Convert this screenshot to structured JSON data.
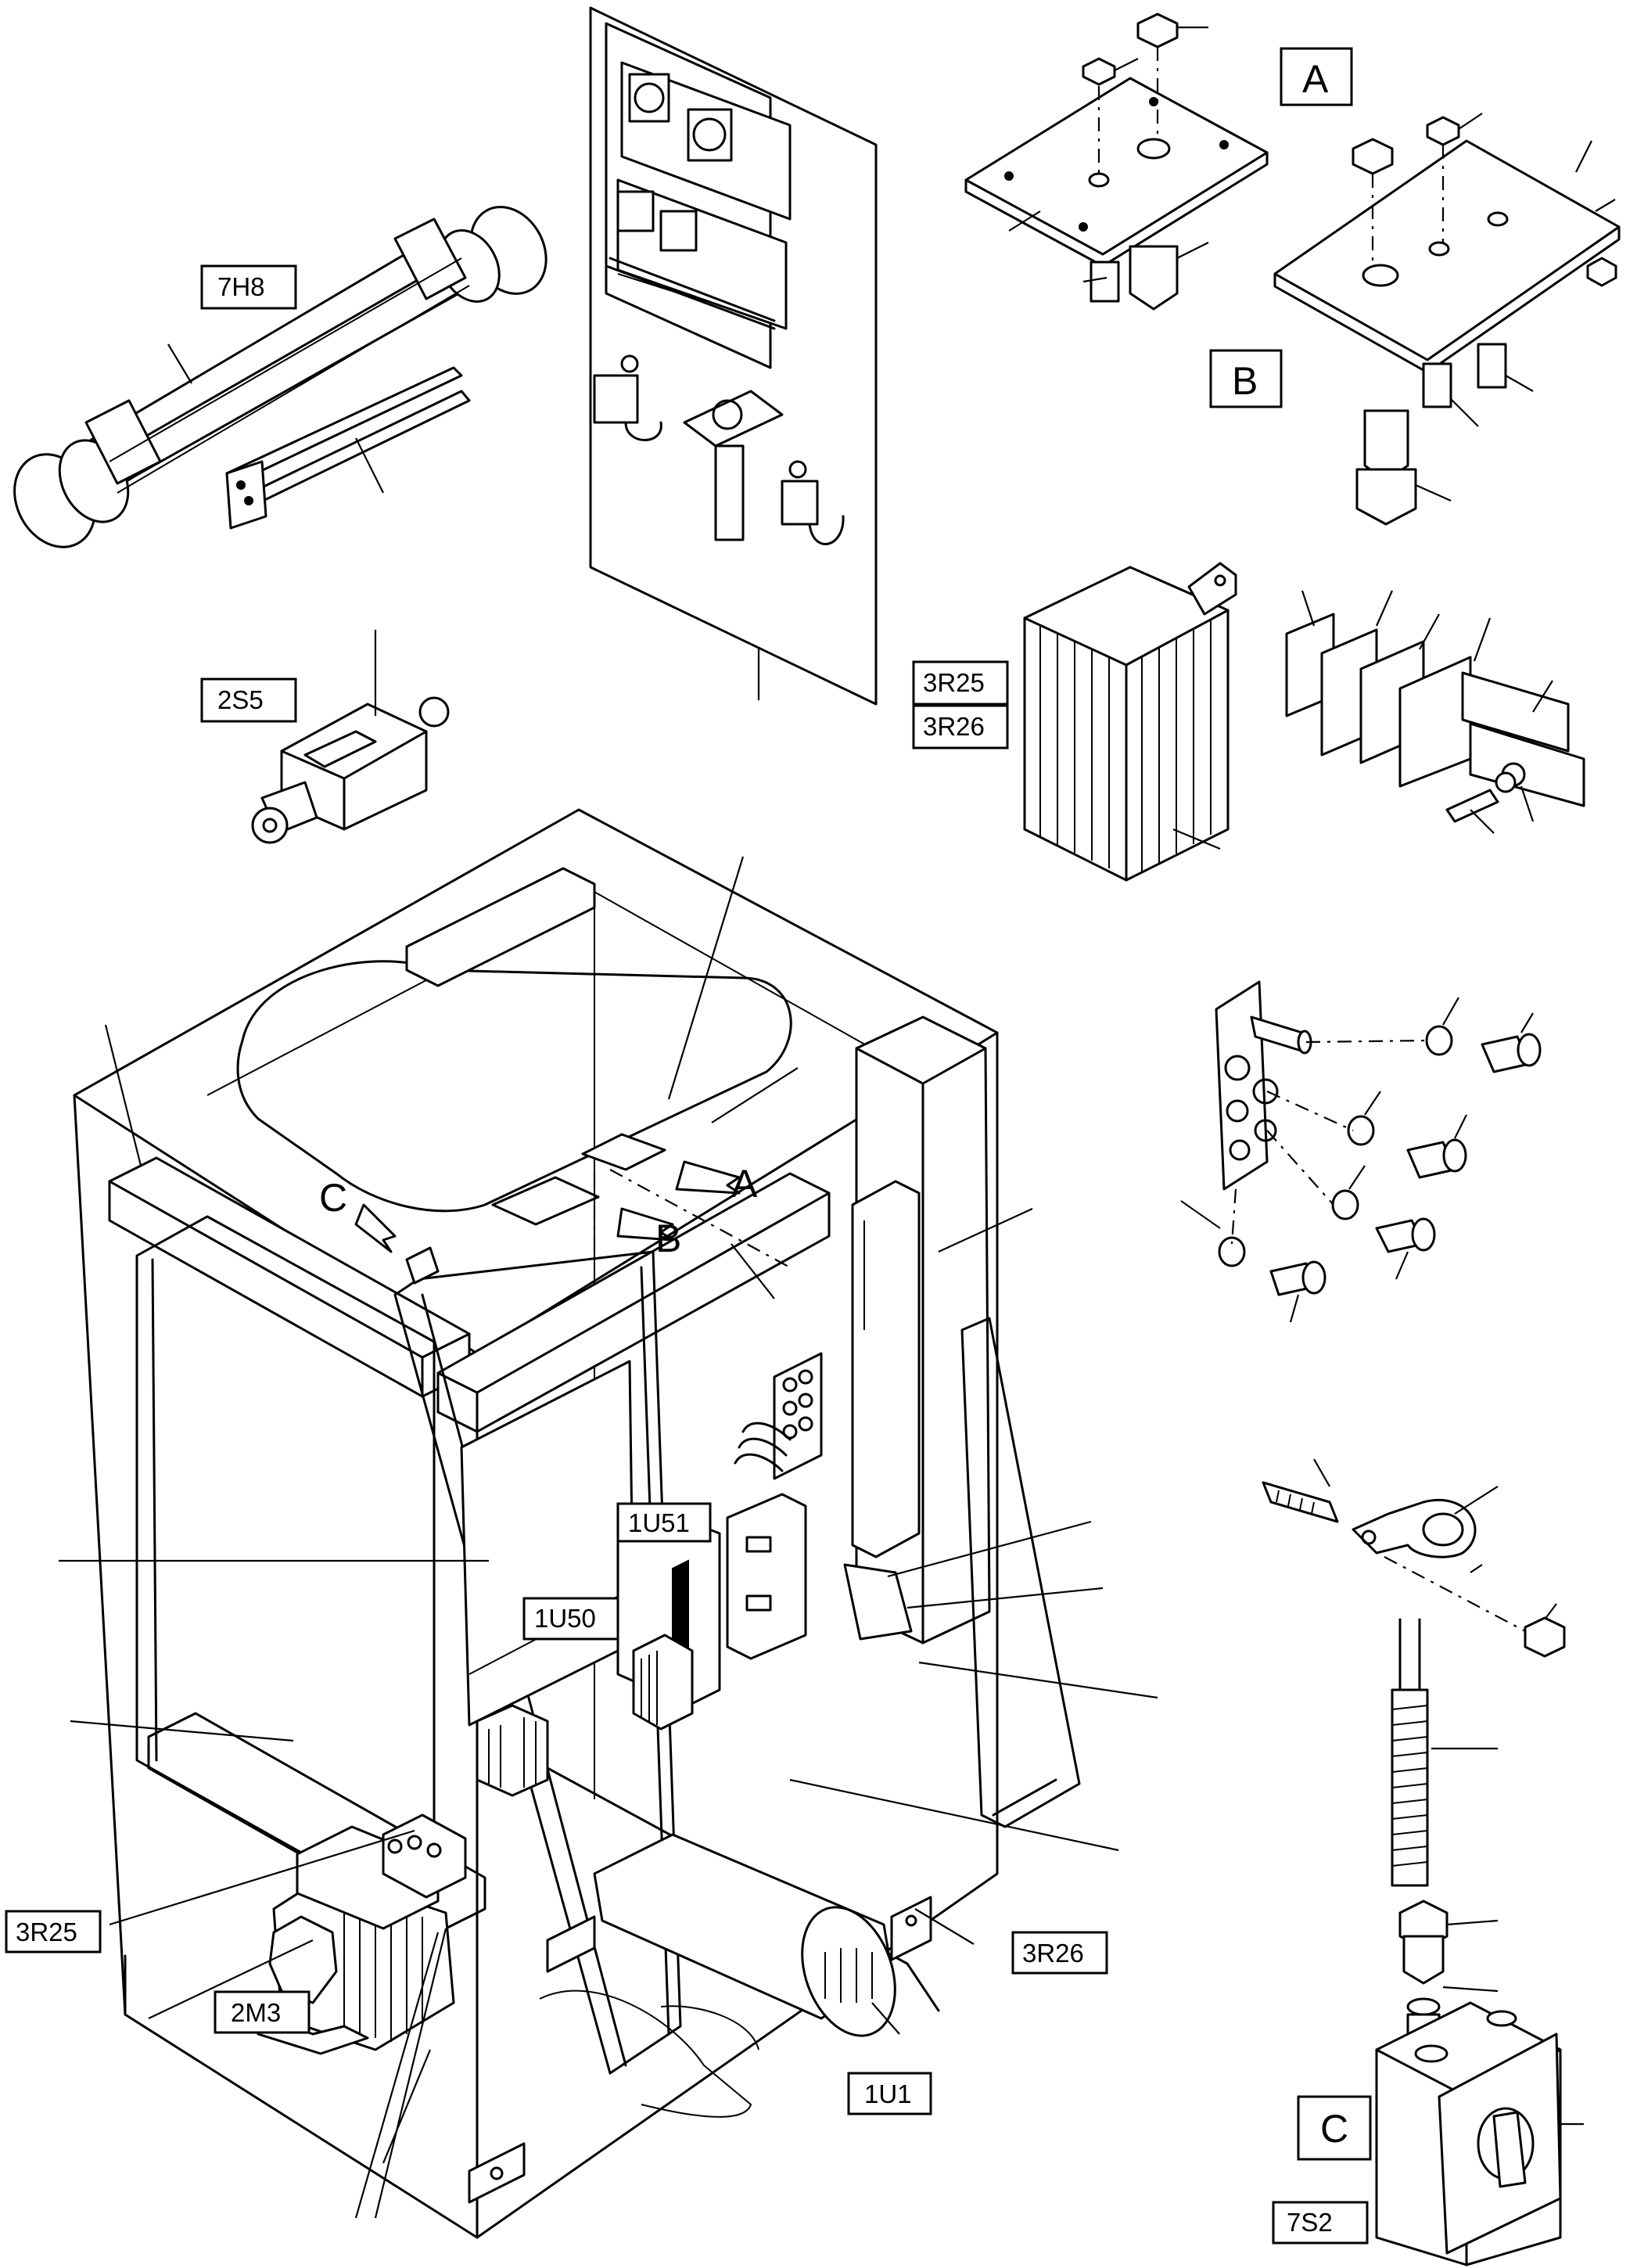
{
  "labels": {
    "h8": "7H8",
    "s5": "2S5",
    "r25_top": "3R25",
    "r26_top": "3R26",
    "u51": "1U51",
    "u50": "1U50",
    "r25_bottom": "3R25",
    "m3": "2M3",
    "r26_bottom": "3R26",
    "u1": "1U1",
    "s2": "7S2"
  },
  "detail_letters": {
    "a_box": "A",
    "b_box": "B",
    "c_box": "C",
    "a_arrow": "A",
    "b_arrow": "B",
    "c_arrow": "C"
  }
}
